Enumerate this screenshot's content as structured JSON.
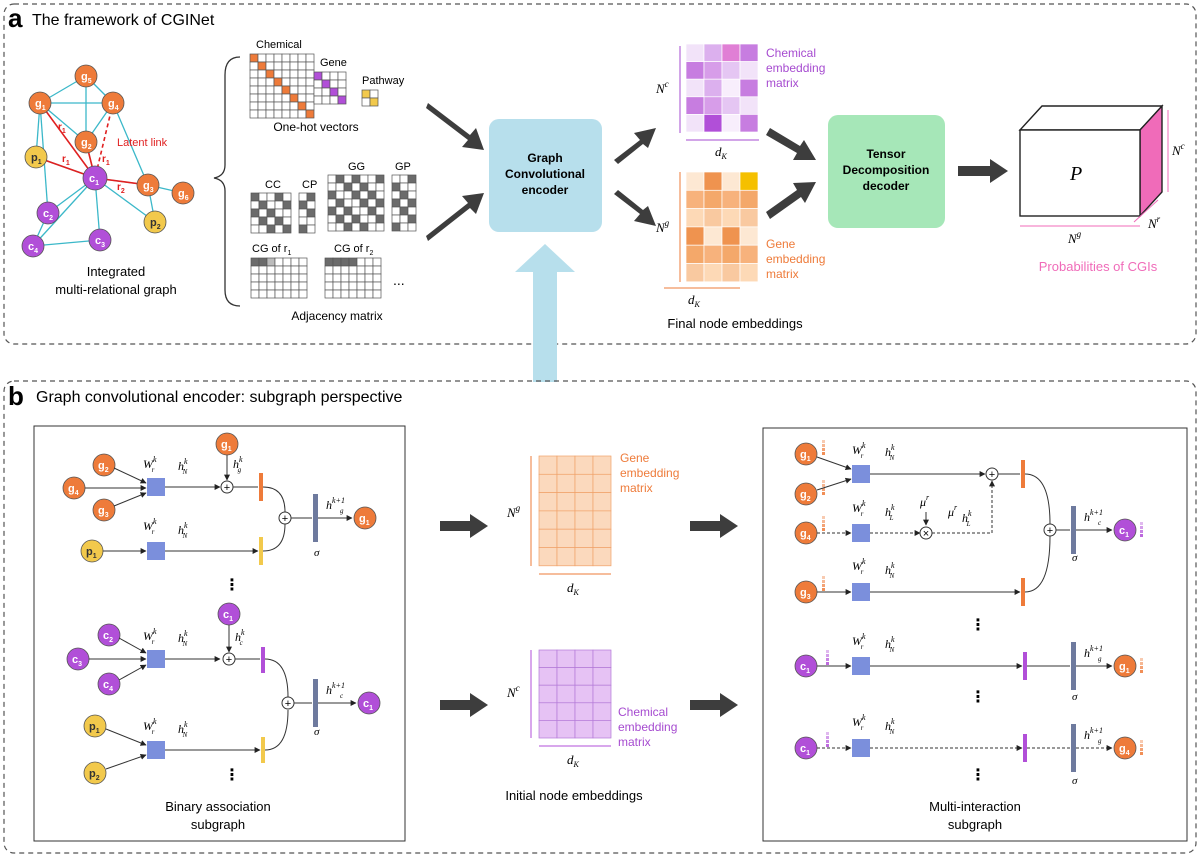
{
  "panel_a": {
    "letter": "a",
    "title": "The framework of CGINet",
    "graph_caption": [
      "Integrated",
      "multi-relational graph"
    ],
    "latent_link": "Latent link",
    "onehot": {
      "chemical": "Chemical",
      "gene": "Gene",
      "pathway": "Pathway",
      "caption": "One-hot vectors"
    },
    "adjacency": {
      "cc": "CC",
      "cp": "CP",
      "gg": "GG",
      "gp": "GP",
      "cg1": "CG of r",
      "cg2": "CG of r",
      "sub1": "1",
      "sub2": "2",
      "ellipsis": "...",
      "caption": "Adjacency matrix"
    },
    "encoder": [
      "Graph",
      "Convolutional",
      "encoder"
    ],
    "chemical_matrix": [
      "Chemical",
      "embedding",
      "matrix"
    ],
    "gene_matrix": [
      "Gene",
      "embedding",
      "matrix"
    ],
    "final_caption": "Final node embeddings",
    "decoder": [
      "Tensor",
      "Decomposition",
      "decoder"
    ],
    "prob_caption": "Probabilities of CGIs",
    "tensor_symbol": "P"
  },
  "panel_b": {
    "letter": "b",
    "title": "Graph convolutional encoder: subgraph perspective",
    "binary_caption": [
      "Binary association",
      "subgraph"
    ],
    "initial_caption": "Initial node embeddings",
    "multi_caption": [
      "Multi-interaction",
      "subgraph"
    ],
    "gene_matrix": [
      "Gene",
      "embedding",
      "matrix"
    ],
    "chemical_matrix": [
      "Chemical",
      "embedding",
      "matrix"
    ],
    "sigma": "σ",
    "ellipsis": "⋮"
  },
  "node_labels": {
    "g1": "g",
    "g2": "g",
    "g3": "g",
    "g4": "g",
    "g5": "g",
    "g6": "g",
    "c1": "c",
    "c2": "c",
    "c3": "c",
    "c4": "c",
    "p1": "p",
    "p2": "p",
    "r": "r"
  },
  "colors": {
    "chemical": "#b14fd8",
    "gene": "#ee7b3a",
    "pathway": "#f2c94c",
    "encoder_fill": "#b7dfec",
    "decoder_fill": "#a6e7b8",
    "weight_block": "#7b8fdc",
    "sigma_bar": "#6e7a9e",
    "tensor_side": "#f06bb9",
    "prob_text": "#f06bb9",
    "latent": "#e02020",
    "edge": "#3bb8c9"
  }
}
